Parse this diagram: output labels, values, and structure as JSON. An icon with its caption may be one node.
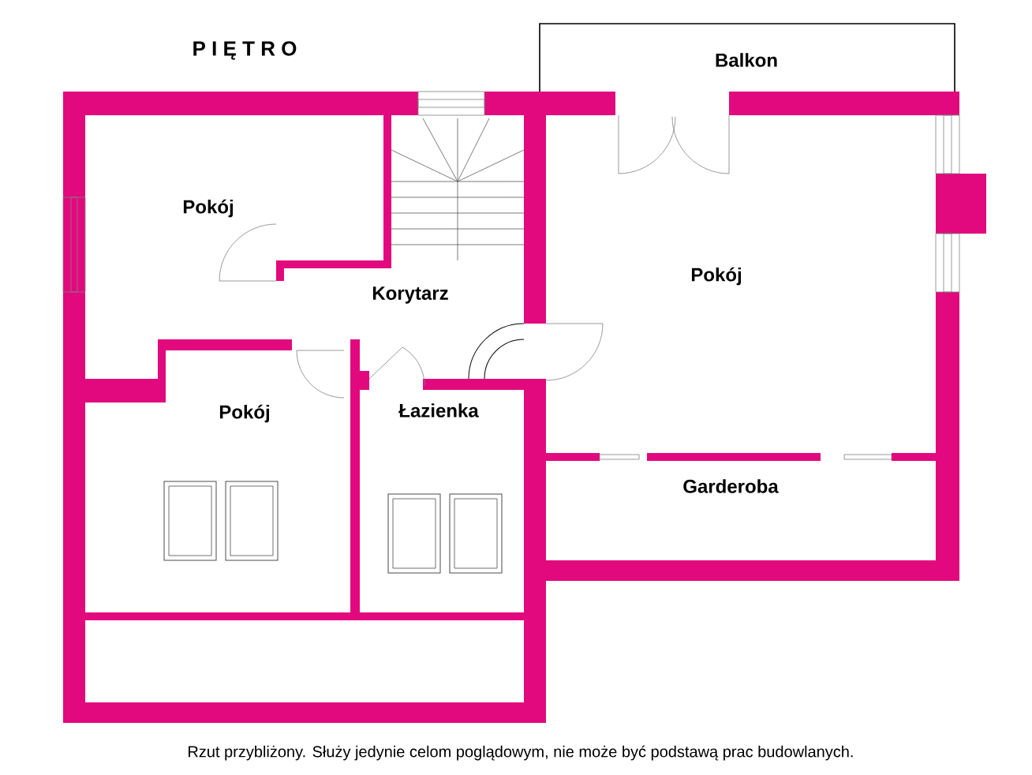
{
  "diagram": {
    "title": "P I Ę T R O",
    "caption": "Rzut przybliżony. Służy jedynie celom poglądowym, nie może być podstawą prac budowlanych.",
    "labels": [
      "Balkon",
      "Pokój",
      "Korytarz",
      "Pokój",
      "Pokój",
      "Łazienka",
      "Garderoba"
    ]
  }
}
